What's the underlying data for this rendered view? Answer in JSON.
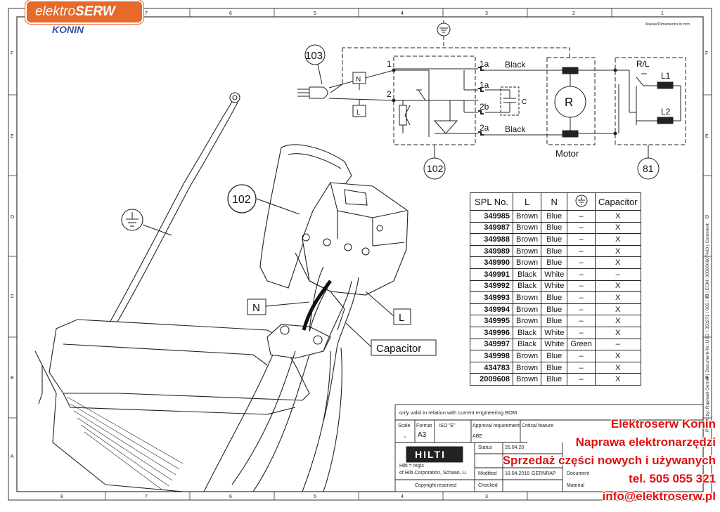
{
  "brand": {
    "name_part1": "elektro",
    "name_part2": "SERW",
    "city": "KONIN"
  },
  "sheet": {
    "columns": [
      "8",
      "7",
      "6",
      "5",
      "4",
      "3",
      "2",
      "1"
    ],
    "rows": [
      "F",
      "E",
      "D",
      "C",
      "B",
      "A"
    ],
    "dimensions_note": "Masse/Dimensions in mm",
    "side_text": "Printed by: Raphael Gerner | Document-Nr: USD / 350271 / 005 / 05 | ECM: 000000607460 | Comment:"
  },
  "schematic": {
    "plug_ref": "103",
    "switch_ref": "102",
    "field_ref": "81",
    "node_1": "1",
    "node_2": "2",
    "term_1a_top": "1a",
    "term_1a_mid": "1a",
    "term_2b": "2b",
    "term_2a": "2a",
    "wire_top": "Black",
    "wire_bottom": "Black",
    "cap_label": "C",
    "motor_symbol": "R",
    "motor_label": "Motor",
    "rl_label": "R/L",
    "l1_label": "L1",
    "l2_label": "L2",
    "n_label": "N",
    "l_label": "L"
  },
  "drawing": {
    "switch_ref": "102",
    "n_label": "N",
    "l_label": "L",
    "capacitor_label": "Capacitor"
  },
  "spl_table": {
    "headers": [
      "SPL No.",
      "L",
      "N",
      "earth-icon",
      "Capacitor"
    ],
    "rows": [
      [
        "349985",
        "Brown",
        "Blue",
        "–",
        "X"
      ],
      [
        "349987",
        "Brown",
        "Blue",
        "–",
        "X"
      ],
      [
        "349988",
        "Brown",
        "Blue",
        "–",
        "X"
      ],
      [
        "349989",
        "Brown",
        "Blue",
        "–",
        "X"
      ],
      [
        "349990",
        "Brown",
        "Blue",
        "–",
        "X"
      ],
      [
        "349991",
        "Black",
        "White",
        "–",
        "–"
      ],
      [
        "349992",
        "Black",
        "White",
        "–",
        "X"
      ],
      [
        "349993",
        "Brown",
        "Blue",
        "–",
        "X"
      ],
      [
        "349994",
        "Brown",
        "Blue",
        "–",
        "X"
      ],
      [
        "349995",
        "Brown",
        "Blue",
        "–",
        "X"
      ],
      [
        "349996",
        "Black",
        "White",
        "–",
        "X"
      ],
      [
        "349997",
        "Black",
        "White",
        "Green",
        "–"
      ],
      [
        "349998",
        "Brown",
        "Blue",
        "–",
        "X"
      ],
      [
        "434783",
        "Brown",
        "Blue",
        "–",
        "X"
      ],
      [
        "2009608",
        "Brown",
        "Blue",
        "–",
        "X"
      ]
    ]
  },
  "title_block": {
    "note": "only valid in relation with current engineering BOM",
    "scale_label": "Scale",
    "scale_value": "-",
    "format_label": "Format",
    "format_value": "A3",
    "iso_label": "ISO \"E\"",
    "approval": "Approval requirement",
    "critical": "Critical feature",
    "abe": "ABE",
    "status_label": "Status",
    "status_date": "26.04.20",
    "modified_label": "Modified",
    "modified_date": "18.04.2016",
    "modified_by": "GERNRAP",
    "checked_label": "Checked",
    "document_label": "Document",
    "material_label": "Material",
    "hilti_line1": "Hilti = regis",
    "hilti_line2": "of Hilti Corporation, Schaan, Li",
    "copyright": "Copyright reserved",
    "brand_mark": "HILTI"
  },
  "overlay": {
    "line1": "Elektroserw Konin",
    "line2": "Naprawa elektronarzędzi",
    "line3": "Sprzedaż części nowych i używanych",
    "line4": "tel. 505 055 321",
    "line5": "info@elektroserw.pl"
  },
  "colors": {
    "brand_orange": "#e66a2c",
    "brand_blue": "#3355aa",
    "overlay_red": "#e01010"
  }
}
